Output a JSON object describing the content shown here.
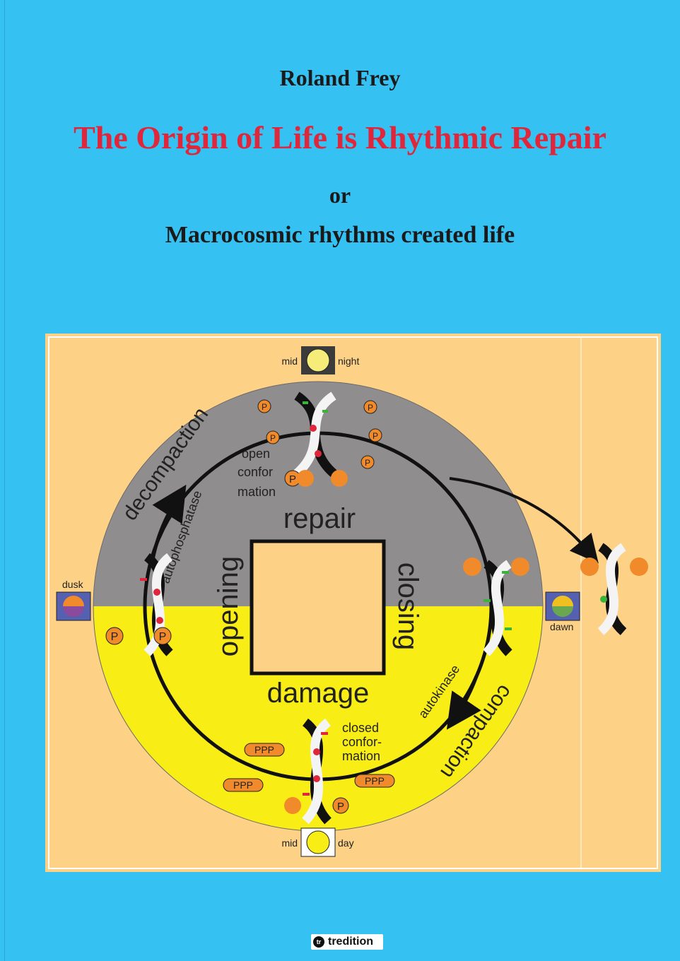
{
  "cover": {
    "author": "Roland Frey",
    "title": "The Origin of Life is Rhythmic Repair",
    "connector": "or",
    "subtitle": "Macrocosmic rhythms created life"
  },
  "diagram": {
    "midnight_left": "mid",
    "midnight_right": "night",
    "midday_left": "mid",
    "midday_right": "day",
    "dusk": "dusk",
    "dawn": "dawn",
    "repair": "repair",
    "damage": "damage",
    "opening": "opening",
    "closing": "closing",
    "decompaction": "decompaction",
    "compaction": "compaction",
    "autophosphatase": "autophosphatase",
    "autokinase": "autokinase",
    "open_conf_1": "open",
    "open_conf_2": "confor",
    "open_conf_3": "mation",
    "closed_conf_1": "closed",
    "closed_conf_2": "confor-",
    "closed_conf_3": "mation",
    "phosphate": "P",
    "triphosphate": "PPP"
  },
  "colors": {
    "background": "#35c1f2",
    "title_red": "#e0263a",
    "panel": "#fdd186",
    "night_gray": "#8f8d8d",
    "day_yellow": "#f8ed15",
    "phosphate_orange": "#f08a2a"
  },
  "publisher": {
    "logo": "tredition-logo",
    "name": "tredition"
  }
}
